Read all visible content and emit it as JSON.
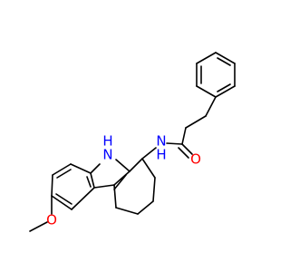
{
  "colors": {
    "background": "#ffffff",
    "bond": "#000000",
    "nitrogen": "#0000ff",
    "oxygen": "#ff0000"
  },
  "labels": {
    "indole_nh_h": "H",
    "indole_nh_n": "N",
    "amide_n": "N",
    "amide_h": "H",
    "carbonyl_o": "O",
    "methoxy_o": "O"
  }
}
